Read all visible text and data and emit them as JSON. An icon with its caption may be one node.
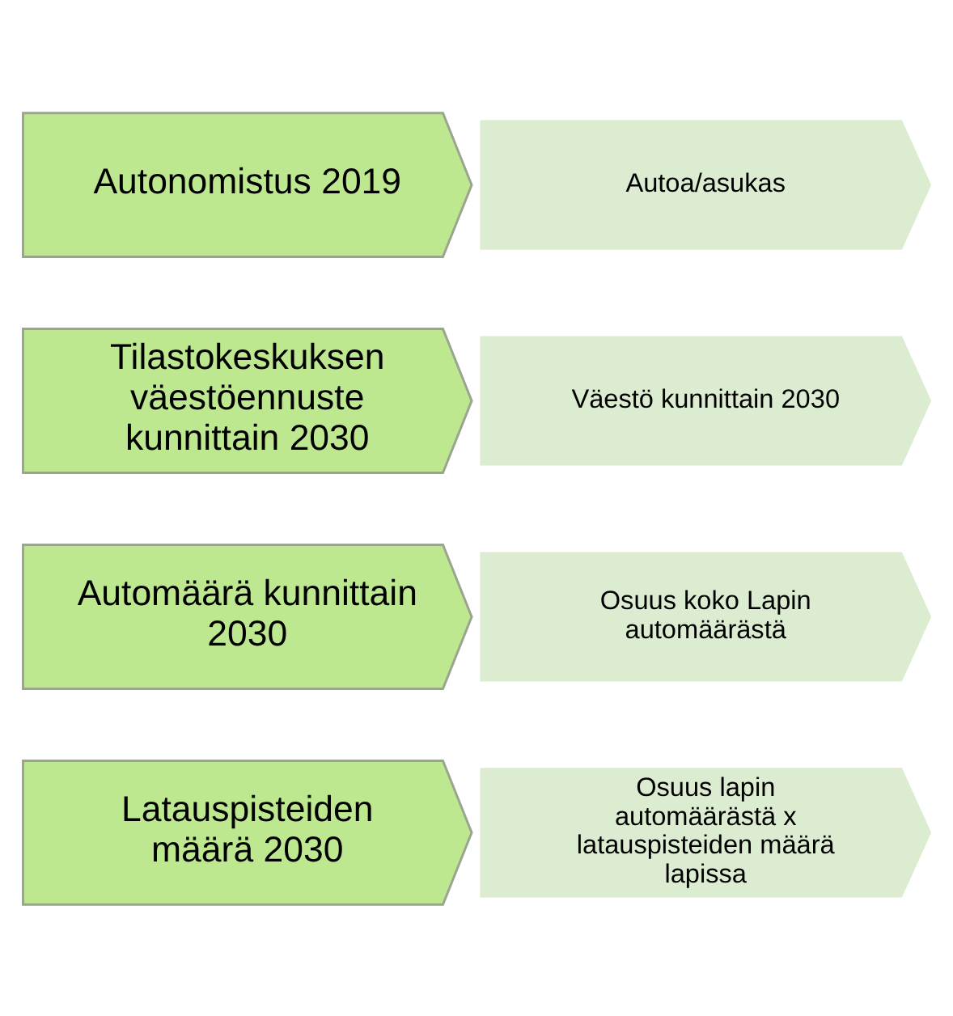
{
  "diagram": {
    "nodes": [
      {
        "text": [
          "Autonomistus 2019"
        ]
      },
      {
        "text": [
          "Autoa/asukas"
        ]
      },
      {
        "text": [
          "Tilastokeskuksen väestöennuste kunnittain 2030"
        ]
      },
      {
        "text": [
          "Väestö kunnittain 2030"
        ]
      },
      {
        "text": [
          "Automäärä kunnittain 2030"
        ]
      },
      {
        "text": [
          "Osuus koko Lapin automäärästä"
        ]
      },
      {
        "text": [
          "Latauspisteiden määrä 2030"
        ]
      },
      {
        "text": [
          "Osuus lapin automäärästä x latauspisteiden määrä lapissa"
        ]
      }
    ]
  }
}
